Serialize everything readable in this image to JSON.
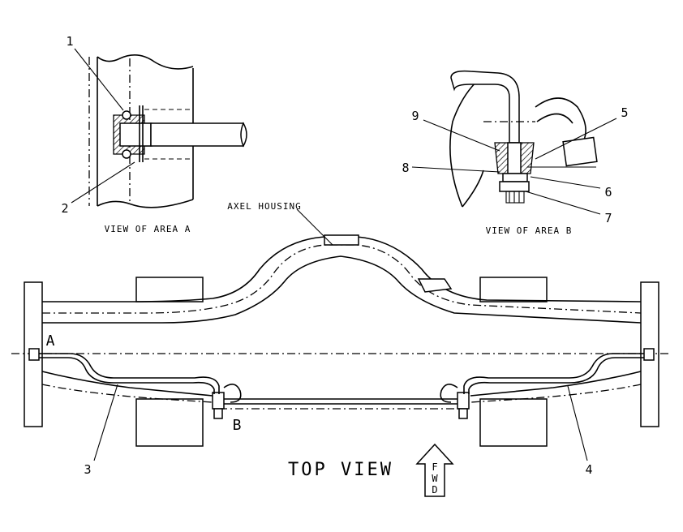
{
  "views": {
    "area_a": {
      "caption": "VIEW OF AREA A"
    },
    "area_b": {
      "caption": "VIEW OF AREA B"
    },
    "top": {
      "caption": "TOP VIEW"
    }
  },
  "labels": {
    "axle_housing": "AXEL HOUSING",
    "area_a_marker": "A",
    "area_b_marker": "B",
    "forward_arrow": [
      "F",
      "W",
      "D"
    ]
  },
  "callouts": [
    "1",
    "2",
    "3",
    "4",
    "5",
    "6",
    "7",
    "8",
    "9"
  ]
}
